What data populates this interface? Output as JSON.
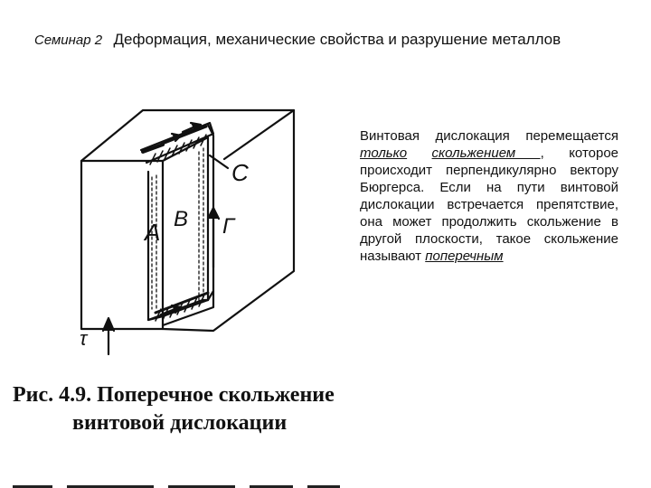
{
  "header": {
    "seminar": "Семинар 2",
    "title": "Деформация, механические свойства и разрушение металлов"
  },
  "figure": {
    "labels": {
      "a": "A",
      "b": "B",
      "c": "C",
      "g": "Г",
      "tau": "τ"
    }
  },
  "text": {
    "part1": "Винтовая дислокация перемещается ",
    "only": "только",
    "slip": "скольжением ",
    "part2": ", которое происходит перпендикулярно вектору Бюргерса. Если на пути винтовой дислокации встречается препятствие, она может продолжить скольжение в другой плоскости, такое скольжение называют ",
    "transverse": "поперечным"
  },
  "caption": {
    "line1": "Рис. 4.9. Поперечное скольжение",
    "line2": "винтовой дислокации"
  }
}
